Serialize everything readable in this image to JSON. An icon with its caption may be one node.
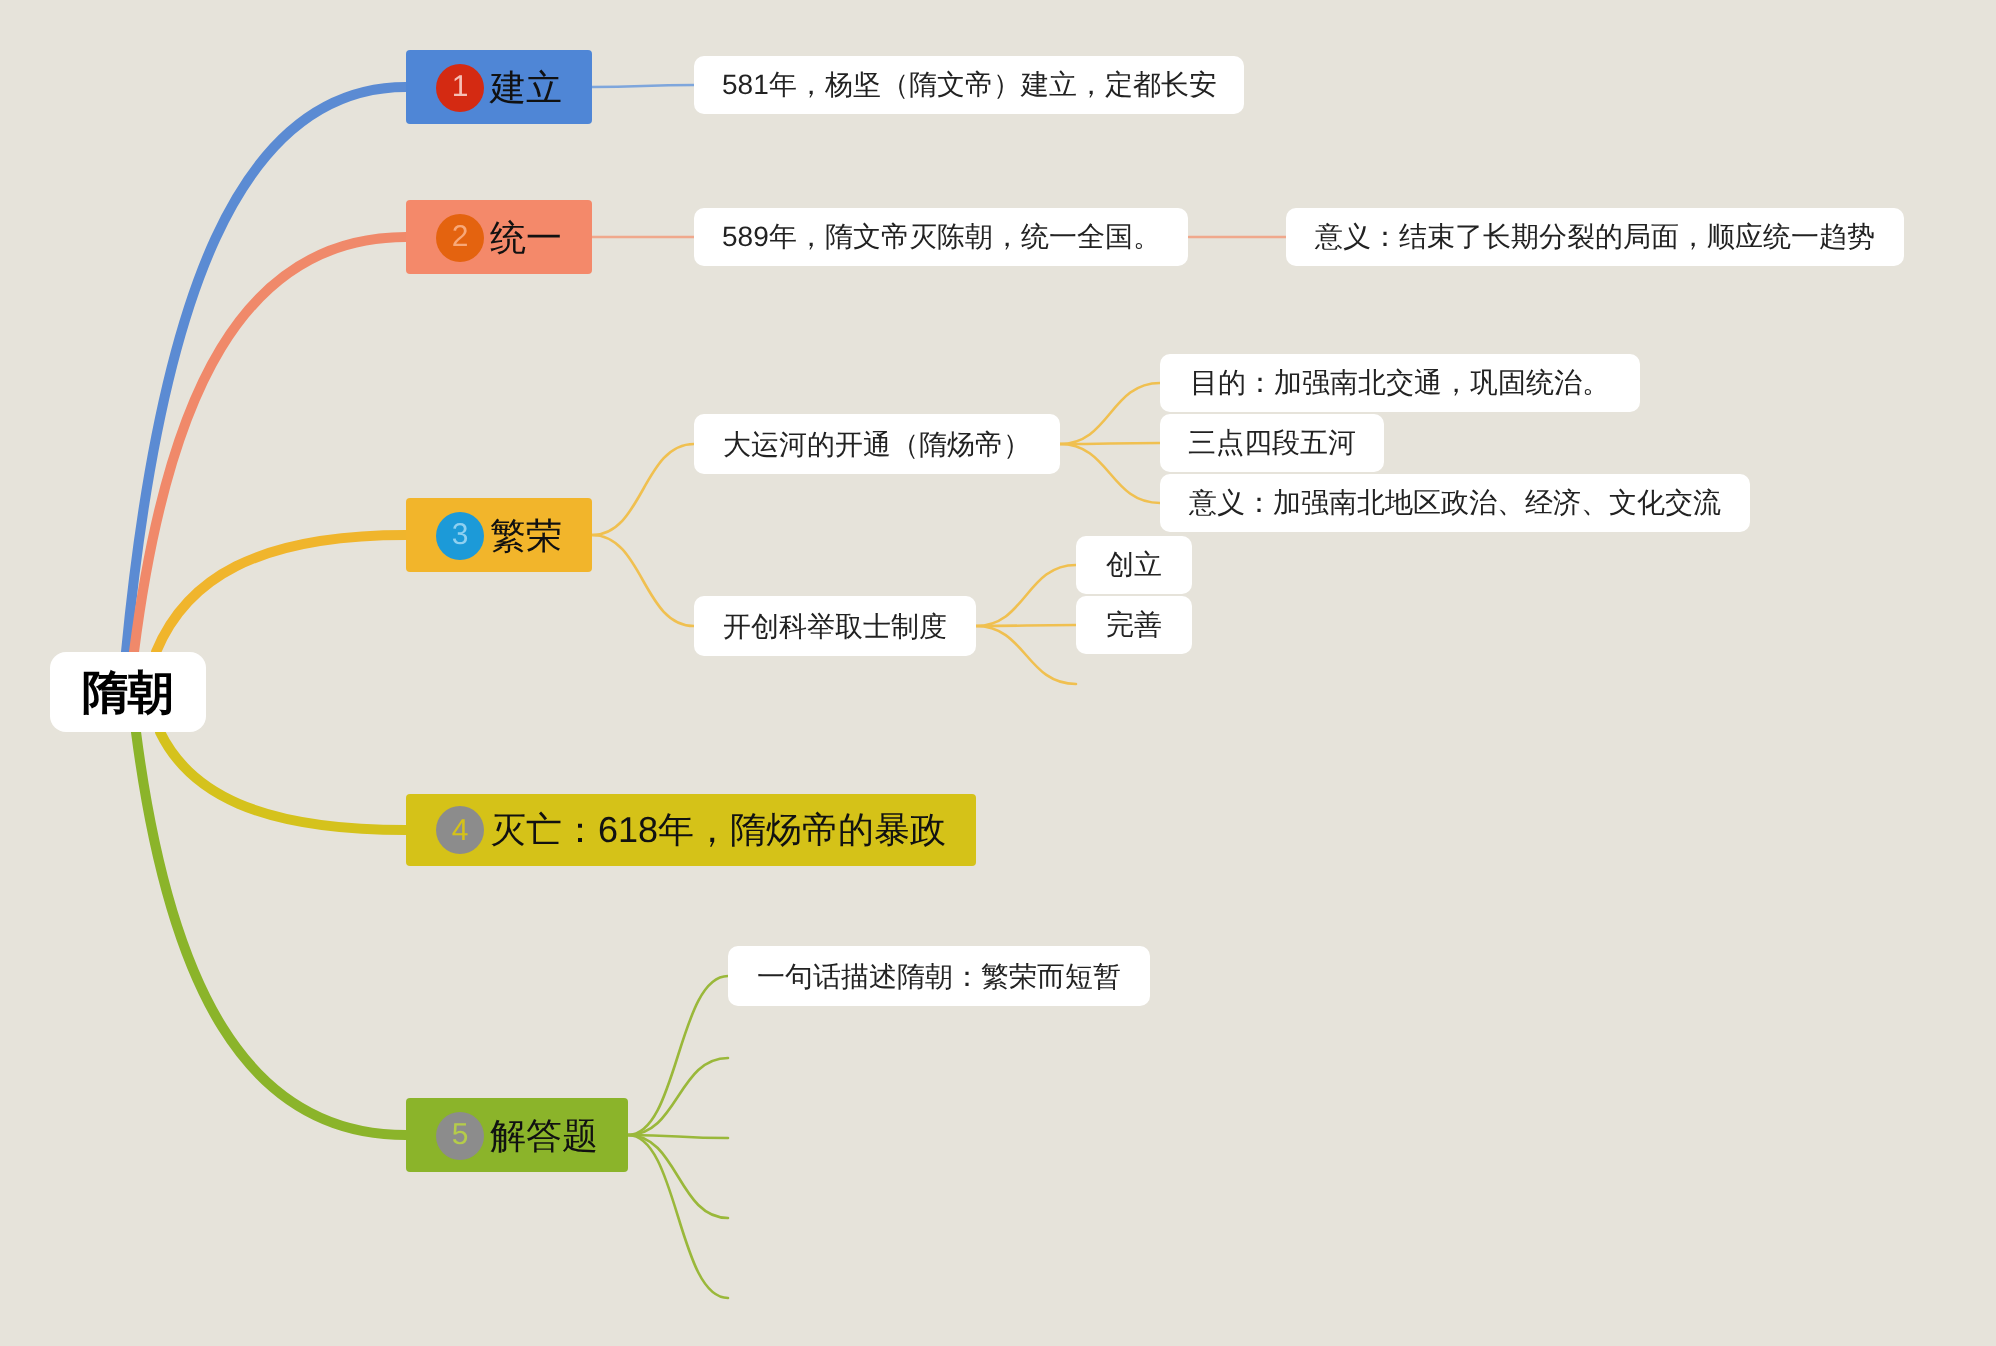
{
  "diagram": {
    "nodes": [
      {
        "text": [
          "隋朝"
        ]
      },
      {
        "text": [
          "1",
          "建立"
        ]
      },
      {
        "text": [
          "581年，杨坚（隋文帝）建立，定都长安"
        ]
      },
      {
        "text": [
          "2",
          "统一"
        ]
      },
      {
        "text": [
          "589年，隋文帝灭陈朝，统一全国。"
        ]
      },
      {
        "text": [
          "意义：结束了长期分裂的局面，顺应统一趋势"
        ]
      },
      {
        "text": [
          "3",
          "繁荣"
        ]
      },
      {
        "text": [
          "大运河的开通（隋炀帝）"
        ]
      },
      {
        "text": [
          "目的：加强南北交通，巩固统治。"
        ]
      },
      {
        "text": [
          "三点四段五河"
        ]
      },
      {
        "text": [
          "意义：加强南北地区政治、经济、文化交流"
        ]
      },
      {
        "text": [
          "开创科举取士制度"
        ]
      },
      {
        "text": [
          "创立"
        ]
      },
      {
        "text": [
          "完善"
        ]
      },
      {
        "text": [
          "4",
          "灭亡：618年，隋炀帝的暴政"
        ]
      },
      {
        "text": [
          "5",
          "解答题"
        ]
      },
      {
        "text": [
          "一句话描述隋朝：繁荣而短暂"
        ]
      }
    ],
    "edges": [
      {
        "from": 0,
        "to": 1,
        "arrow": "none",
        "style": "thick",
        "color": "#5b8bd3"
      },
      {
        "from": 0,
        "to": 3,
        "arrow": "none",
        "style": "thick",
        "color": "#f0896a"
      },
      {
        "from": 0,
        "to": 6,
        "arrow": "none",
        "style": "thick",
        "color": "#f0b52c"
      },
      {
        "from": 0,
        "to": 14,
        "arrow": "none",
        "style": "thick",
        "color": "#d5c21c"
      },
      {
        "from": 0,
        "to": 15,
        "arrow": "none",
        "style": "thick",
        "color": "#8bb42a"
      },
      {
        "from": 1,
        "to": 2,
        "arrow": "none",
        "color": "#7ea6dc"
      },
      {
        "from": 3,
        "to": 4,
        "arrow": "none",
        "color": "#f0a88c"
      },
      {
        "from": 4,
        "to": 5,
        "arrow": "none",
        "color": "#f0a88c"
      },
      {
        "from": 6,
        "to": 7,
        "arrow": "none",
        "color": "#f0c050"
      },
      {
        "from": 6,
        "to": 11,
        "arrow": "none",
        "color": "#f0c050"
      },
      {
        "from": 7,
        "to": 8,
        "arrow": "none",
        "color": "#f0c050"
      },
      {
        "from": 7,
        "to": 9,
        "arrow": "none",
        "color": "#f0c050"
      },
      {
        "from": 7,
        "to": 10,
        "arrow": "none",
        "color": "#f0c050"
      },
      {
        "from": 11,
        "to": 12,
        "arrow": "none",
        "color": "#f0c050"
      },
      {
        "from": 11,
        "to": 13,
        "arrow": "none",
        "color": "#f0c050"
      },
      {
        "from": 11,
        "to": null,
        "arrow": "none",
        "color": "#f0c050"
      },
      {
        "from": 15,
        "to": 16,
        "arrow": "none",
        "color": "#9ab83a"
      },
      {
        "from": 15,
        "to": null,
        "arrow": "none",
        "color": "#9ab83a"
      },
      {
        "from": 15,
        "to": null,
        "arrow": "none",
        "color": "#9ab83a"
      },
      {
        "from": 15,
        "to": null,
        "arrow": "none",
        "color": "#9ab83a"
      },
      {
        "from": 15,
        "to": null,
        "arrow": "none",
        "color": "#9ab83a"
      }
    ]
  }
}
